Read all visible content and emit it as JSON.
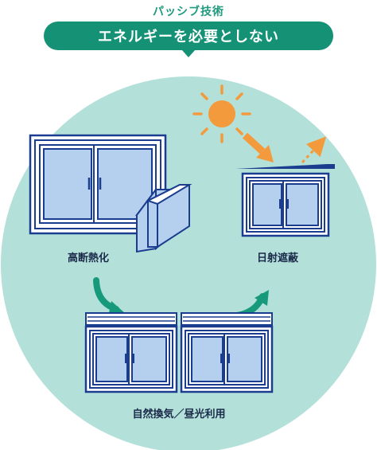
{
  "header": {
    "subtitle": "パッシブ技術",
    "title": "エネルギーを必要としない"
  },
  "labels": {
    "insulation": "高断熱化",
    "shading": "日射遮蔽",
    "ventilation": "自然換気／昼光利用"
  },
  "colors": {
    "pill": "#159276",
    "circle": "#b3e1da",
    "frame": "#1a3d8f",
    "glass": "#b5cfef",
    "sun": "#f39a3c",
    "arrow_green": "#179a7c"
  },
  "icons": [
    "sun-icon",
    "sunlight-arrow-icon",
    "reflect-arrow-icon",
    "inflow-arrow-icon",
    "outflow-arrow-icon",
    "double-glazing-icon"
  ]
}
